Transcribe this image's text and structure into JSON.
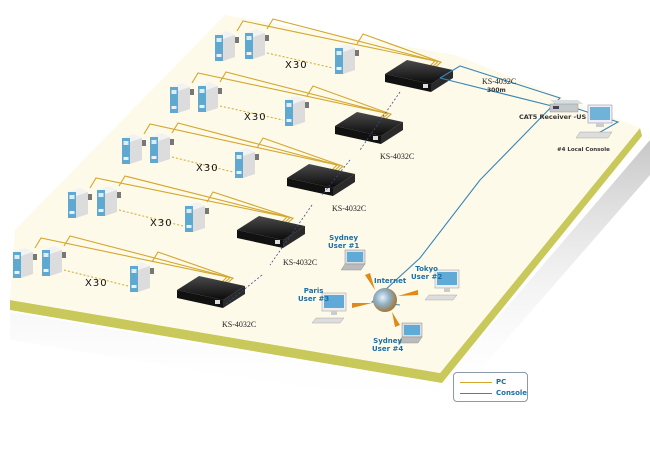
{
  "diagram": {
    "kvm_switch_label": "KS-4032C",
    "pc_multiplier_label": "X30",
    "cable_length_label": "300m",
    "receiver_label": "CAT5 Receiver -US",
    "local_console_label": "#4 Local Console",
    "internet_label": "Internet",
    "remote_users": [
      {
        "city": "Sydney",
        "user": "User #1"
      },
      {
        "city": "Tokyo",
        "user": "User #2"
      },
      {
        "city": "Paris",
        "user": "User #3"
      },
      {
        "city": "Sydney",
        "user": "User #4"
      }
    ],
    "switch_count": 5
  },
  "legend": {
    "items": [
      {
        "label": "PC",
        "color": "#d4a72c"
      },
      {
        "label": "Console",
        "color": "#3a86b8"
      }
    ]
  },
  "colors": {
    "platform_top": "#fdfaea",
    "platform_edge": "#c9c85a",
    "pc_cable": "#d4a72c",
    "console_cable": "#3a86b8"
  }
}
